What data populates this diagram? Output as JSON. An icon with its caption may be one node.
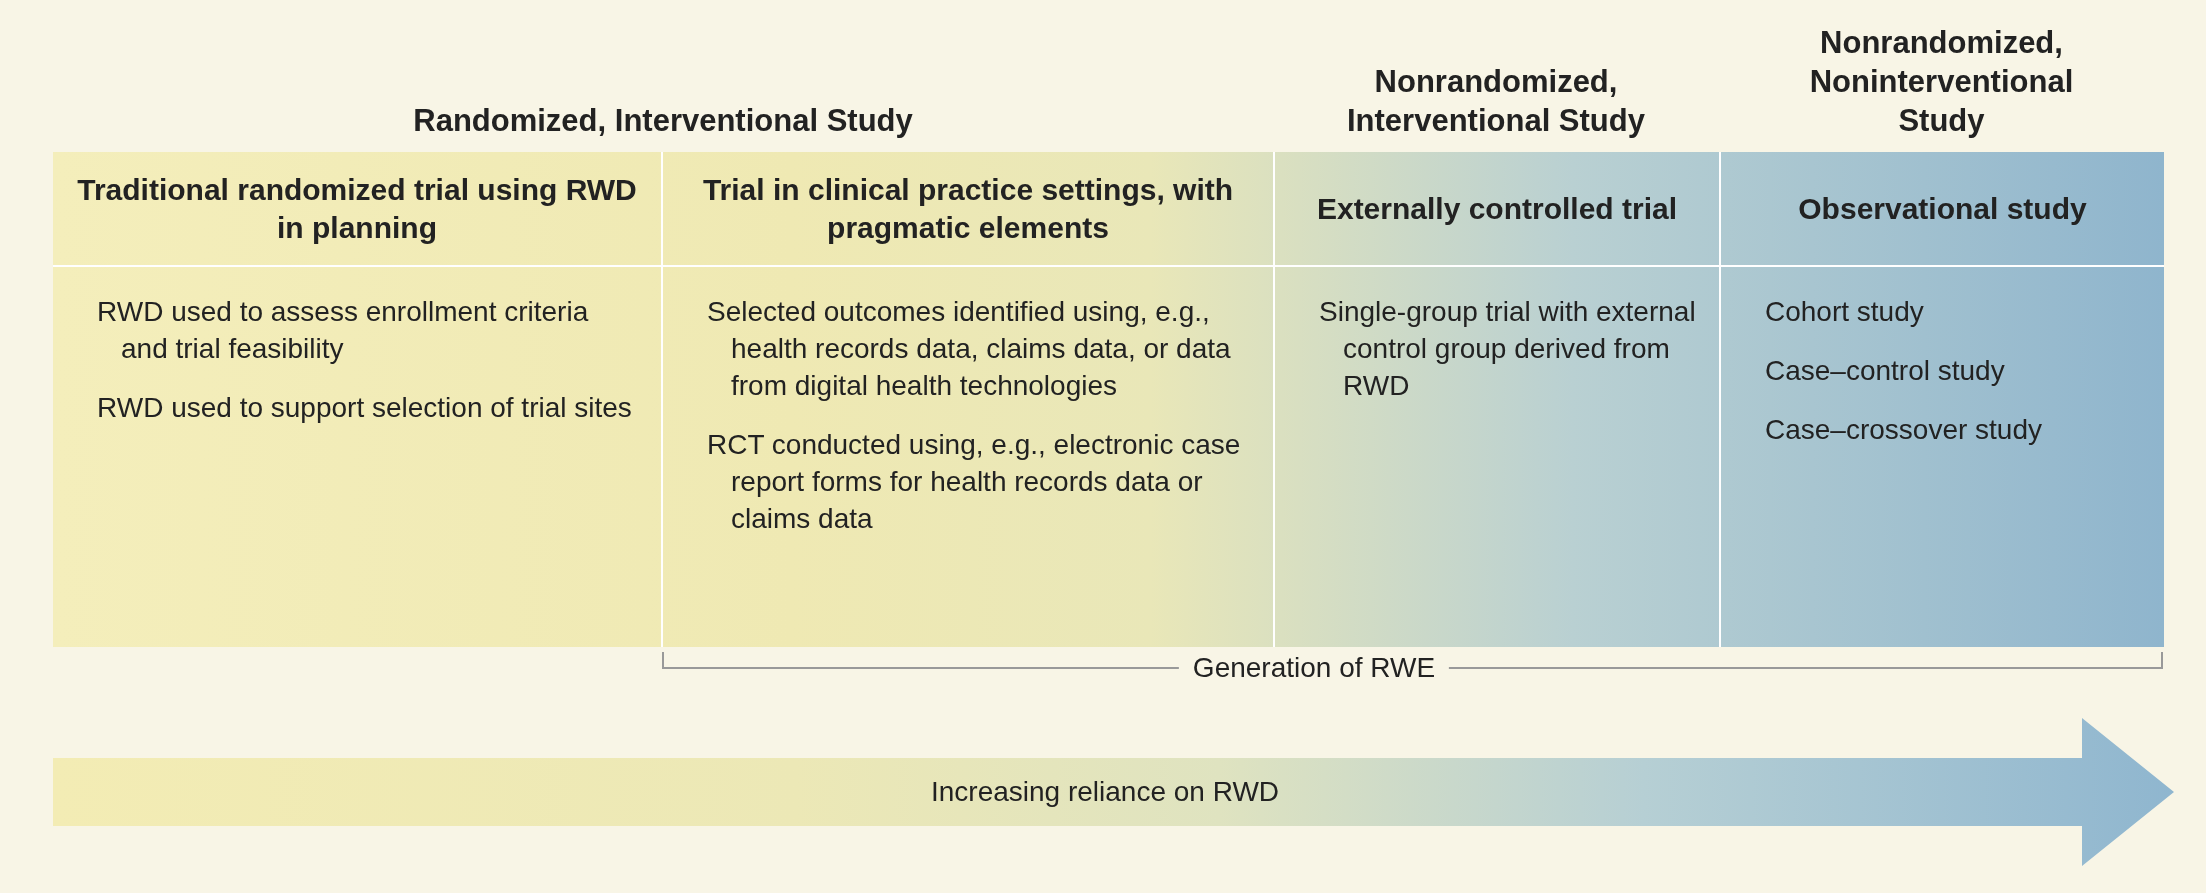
{
  "diagram": {
    "nodes": [
      {
        "text": [
          "Traditional randomized trial using RWD in planning",
          "RWD used to assess enrollment criteria and trial feasibility",
          "RWD used to support selection of trial sites"
        ]
      },
      {
        "text": [
          "Trial in clinical practice settings, with pragmatic elements",
          "Selected outcomes identified using, e.g., health records data, claims data, or data from digital health technologies",
          "RCT conducted using, e.g., electronic case report forms for health records data or claims data"
        ]
      },
      {
        "text": [
          "Externally controlled trial",
          "Single-group trial with external control group derived from RWD"
        ]
      },
      {
        "text": [
          "Observational study",
          "Cohort study",
          "Case–control study",
          "Case–crossover study"
        ]
      }
    ],
    "edges": [],
    "labels": [
      "Randomized, Interventional Study",
      "Nonrandomized, Interventional Study",
      "Nonrandomized, Noninterventional Study",
      "Generation of RWE",
      "Increasing reliance on RWD"
    ]
  }
}
